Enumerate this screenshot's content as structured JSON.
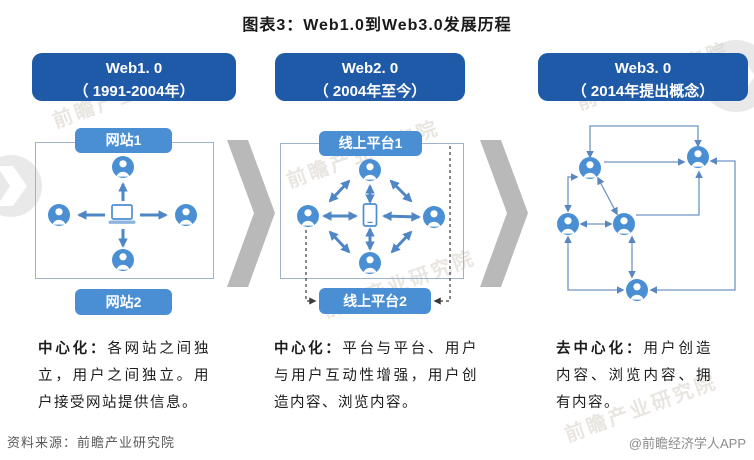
{
  "title": "图表3：Web1.0到Web3.0发展历程",
  "panels": [
    {
      "header_line1": "Web1. 0",
      "header_line2": "（ 1991-2004年）",
      "label_top": "网站1",
      "label_bottom": "网站2",
      "desc_term": "中心化：",
      "desc_body": "各网站之间独立，用户之间独立。用户接受网站提供信息。"
    },
    {
      "header_line1": "Web2. 0",
      "header_line2": "（ 2004年至今）",
      "label_top": "线上平台1",
      "label_bottom": "线上平台2",
      "desc_term": "中心化：",
      "desc_body": "平台与平台、用户与用户互动性增强，用户创造内容、浏览内容。"
    },
    {
      "header_line1": "Web3. 0",
      "header_line2": "（ 2014年提出概念）",
      "desc_term": "去中心化：",
      "desc_body": "用户创造内容、浏览内容、拥有内容。"
    }
  ],
  "footer": {
    "source": "资料来源：前瞻产业研究院",
    "credit": "@前瞻经济学人APP"
  },
  "watermark": {
    "text": "前瞻产业研究院"
  },
  "colors": {
    "header_bg": "#1e5aa8",
    "pill_bg": "#4a8fd4",
    "arrow_blue": "#4e86c6",
    "thin_line_blue": "#6f94c4",
    "dashed_line": "#3a3a3a",
    "chevron_gray": "#b9b9b9",
    "body_text": "#1c1c1c",
    "source_text": "#595959",
    "credit_text": "#8c8c8c"
  },
  "icons": {
    "panel1_center": "laptop-icon",
    "panel2_center": "smartphone-icon",
    "node": "user-icon",
    "separator": "chevron-right-icon",
    "brand": "qianzhan-logo"
  }
}
